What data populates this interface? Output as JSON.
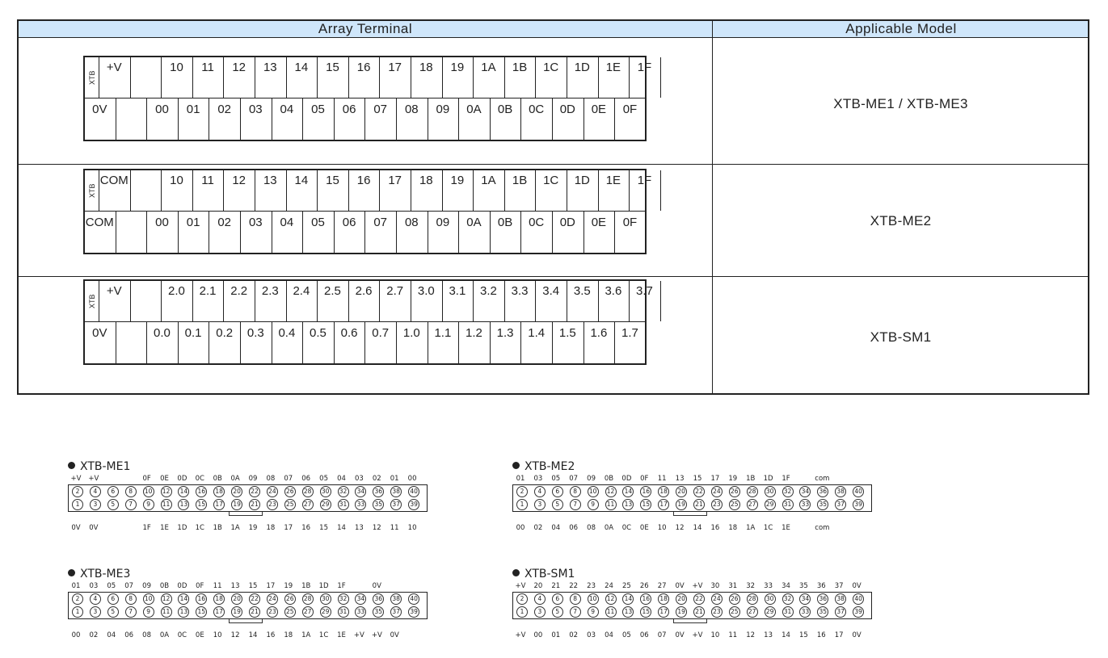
{
  "table": {
    "header": {
      "array_terminal": "Array Terminal",
      "applicable_model": "Applicable Model"
    },
    "rows": [
      {
        "model": "XTB-ME1  /  XTB-ME3",
        "tag": "XTB",
        "top": [
          "+V",
          "",
          "10",
          "11",
          "12",
          "13",
          "14",
          "15",
          "16",
          "17",
          "18",
          "19",
          "1A",
          "1B",
          "1C",
          "1D",
          "1E",
          "1F"
        ],
        "bottom": [
          "0V",
          "",
          "00",
          "01",
          "02",
          "03",
          "04",
          "05",
          "06",
          "07",
          "08",
          "09",
          "0A",
          "0B",
          "0C",
          "0D",
          "0E",
          "0F"
        ]
      },
      {
        "model": "XTB-ME2",
        "tag": "XTB",
        "top": [
          "COM",
          "",
          "10",
          "11",
          "12",
          "13",
          "14",
          "15",
          "16",
          "17",
          "18",
          "19",
          "1A",
          "1B",
          "1C",
          "1D",
          "1E",
          "1F"
        ],
        "bottom": [
          "COM",
          "",
          "00",
          "01",
          "02",
          "03",
          "04",
          "05",
          "06",
          "07",
          "08",
          "09",
          "0A",
          "0B",
          "0C",
          "0D",
          "0E",
          "0F"
        ]
      },
      {
        "model": "XTB-SM1",
        "tag": "XTB",
        "top": [
          "+V",
          "",
          "2.0",
          "2.1",
          "2.2",
          "2.3",
          "2.4",
          "2.5",
          "2.6",
          "2.7",
          "3.0",
          "3.1",
          "3.2",
          "3.3",
          "3.4",
          "3.5",
          "3.6",
          "3.7"
        ],
        "bottom": [
          "0V",
          "",
          "0.0",
          "0.1",
          "0.2",
          "0.3",
          "0.4",
          "0.5",
          "0.6",
          "0.7",
          "1.0",
          "1.1",
          "1.2",
          "1.3",
          "1.4",
          "1.5",
          "1.6",
          "1.7"
        ]
      }
    ]
  },
  "connectors": [
    {
      "title": "XTB-ME1",
      "top_labels": [
        "+V",
        "+V",
        "",
        "",
        "0F",
        "0E",
        "0D",
        "0C",
        "0B",
        "0A",
        "09",
        "08",
        "07",
        "06",
        "05",
        "04",
        "03",
        "02",
        "01",
        "00"
      ],
      "bottom_labels": [
        "0V",
        "0V",
        "",
        "",
        "1F",
        "1E",
        "1D",
        "1C",
        "1B",
        "1A",
        "19",
        "18",
        "17",
        "16",
        "15",
        "14",
        "13",
        "12",
        "11",
        "10"
      ],
      "even_pins": [
        "2",
        "4",
        "6",
        "8",
        "10",
        "12",
        "14",
        "16",
        "18",
        "20",
        "22",
        "24",
        "26",
        "28",
        "30",
        "32",
        "34",
        "36",
        "38",
        "40"
      ],
      "odd_pins": [
        "1",
        "3",
        "5",
        "7",
        "9",
        "11",
        "13",
        "15",
        "17",
        "19",
        "21",
        "23",
        "25",
        "27",
        "29",
        "31",
        "33",
        "35",
        "37",
        "39"
      ]
    },
    {
      "title": "XTB-ME2",
      "top_labels": [
        "01",
        "03",
        "05",
        "07",
        "09",
        "0B",
        "0D",
        "0F",
        "11",
        "13",
        "15",
        "17",
        "19",
        "1B",
        "1D",
        "1F",
        "",
        "com",
        "",
        ""
      ],
      "bottom_labels": [
        "00",
        "02",
        "04",
        "06",
        "08",
        "0A",
        "0C",
        "0E",
        "10",
        "12",
        "14",
        "16",
        "18",
        "1A",
        "1C",
        "1E",
        "",
        "com",
        "",
        ""
      ],
      "even_pins": [
        "2",
        "4",
        "6",
        "8",
        "10",
        "12",
        "14",
        "16",
        "18",
        "20",
        "22",
        "24",
        "26",
        "28",
        "30",
        "32",
        "34",
        "36",
        "38",
        "40"
      ],
      "odd_pins": [
        "1",
        "3",
        "5",
        "7",
        "9",
        "11",
        "13",
        "15",
        "17",
        "19",
        "21",
        "23",
        "25",
        "27",
        "29",
        "31",
        "33",
        "35",
        "37",
        "39"
      ]
    },
    {
      "title": "XTB-ME3",
      "top_labels": [
        "01",
        "03",
        "05",
        "07",
        "09",
        "0B",
        "0D",
        "0F",
        "11",
        "13",
        "15",
        "17",
        "19",
        "1B",
        "1D",
        "1F",
        "",
        "0V",
        "",
        ""
      ],
      "bottom_labels": [
        "00",
        "02",
        "04",
        "06",
        "08",
        "0A",
        "0C",
        "0E",
        "10",
        "12",
        "14",
        "16",
        "18",
        "1A",
        "1C",
        "1E",
        "+V",
        "+V",
        "0V",
        ""
      ],
      "even_pins": [
        "2",
        "4",
        "6",
        "8",
        "10",
        "12",
        "14",
        "16",
        "18",
        "20",
        "22",
        "24",
        "26",
        "28",
        "30",
        "32",
        "34",
        "36",
        "38",
        "40"
      ],
      "odd_pins": [
        "1",
        "3",
        "5",
        "7",
        "9",
        "11",
        "13",
        "15",
        "17",
        "19",
        "21",
        "23",
        "25",
        "27",
        "29",
        "31",
        "33",
        "35",
        "37",
        "39"
      ]
    },
    {
      "title": "XTB-SM1",
      "top_labels": [
        "+V",
        "20",
        "21",
        "22",
        "23",
        "24",
        "25",
        "26",
        "27",
        "0V",
        "+V",
        "30",
        "31",
        "32",
        "33",
        "34",
        "35",
        "36",
        "37",
        "0V"
      ],
      "bottom_labels": [
        "+V",
        "00",
        "01",
        "02",
        "03",
        "04",
        "05",
        "06",
        "07",
        "0V",
        "+V",
        "10",
        "11",
        "12",
        "13",
        "14",
        "15",
        "16",
        "17",
        "0V"
      ],
      "even_pins": [
        "2",
        "4",
        "6",
        "8",
        "10",
        "12",
        "14",
        "16",
        "18",
        "20",
        "22",
        "24",
        "26",
        "28",
        "30",
        "32",
        "34",
        "36",
        "38",
        "40"
      ],
      "odd_pins": [
        "1",
        "3",
        "5",
        "7",
        "9",
        "11",
        "13",
        "15",
        "17",
        "19",
        "21",
        "23",
        "25",
        "27",
        "29",
        "31",
        "33",
        "35",
        "37",
        "39"
      ]
    }
  ]
}
